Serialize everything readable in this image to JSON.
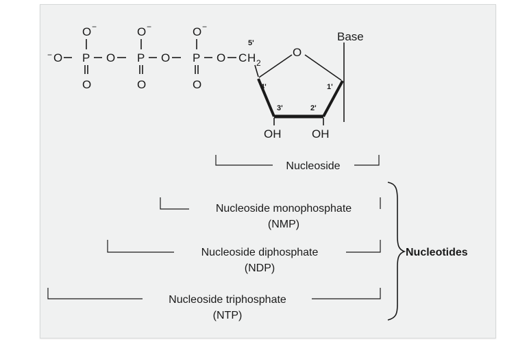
{
  "molecule": {
    "phosphate_groups": [
      {
        "O_top": "O",
        "charge_top": "−",
        "P": "P",
        "O_bottom": "O"
      },
      {
        "O_top": "O",
        "charge_top": "−",
        "P": "P",
        "O_bottom": "O"
      },
      {
        "O_top": "O",
        "charge_top": "−",
        "P": "P",
        "O_bottom": "O"
      }
    ],
    "terminal_charge": "−",
    "bridge_O": "O",
    "C": "C",
    "H2": "H",
    "H2_sub": "2",
    "ring_O": "O",
    "base": "Base",
    "carbons": {
      "c5": "5'",
      "c4": "4'",
      "c3": "3'",
      "c2": "2'",
      "c1": "1'"
    },
    "hydroxyls": {
      "oh3": "OH",
      "oh2": "OH"
    }
  },
  "labels": {
    "nucleoside": "Nucleoside",
    "nmp_line1": "Nucleoside monophosphate",
    "nmp_line2": "(NMP)",
    "ndp_line1": "Nucleoside diphosphate",
    "ndp_line2": "(NDP)",
    "ntp_line1": "Nucleoside triphosphate",
    "ntp_line2": "(NTP)",
    "group": "Nucleotides"
  }
}
